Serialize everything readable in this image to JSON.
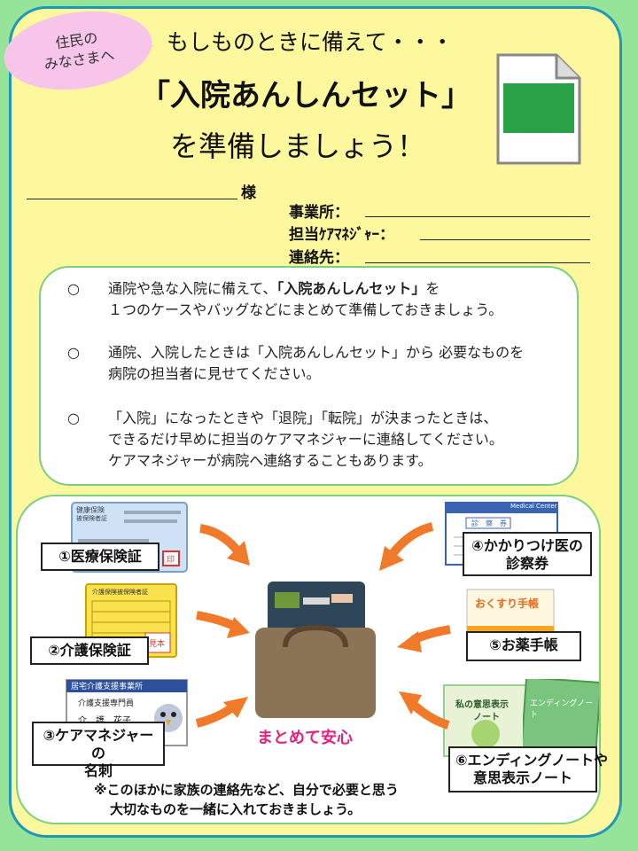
{
  "header": {
    "bubble_line1": "住民の",
    "bubble_line2": "みなさまへ",
    "title_line1": "もしものときに備えて・・・",
    "title_line2": "「入院あんしんセット」",
    "title_line3": "を準備しましょう！"
  },
  "form": {
    "honorific": "様",
    "office_label": "事業所：",
    "care_manager_label": "担当ｹｱﾏﾈｼﾞｬｰ：",
    "contact_label": "連絡先："
  },
  "notices": [
    {
      "mark": "○",
      "line1_pre": "通院や急な入院に備えて、",
      "line1_bold": "「入院あんしんセット」",
      "line1_post": "を",
      "line2": "１つのケースやバッグなどにまとめて準備しておきましょう。"
    },
    {
      "mark": "○",
      "line1": "通院、入院したときは「入院あんしんセット」から 必要なものを",
      "line2": "病院の担当者に見せてください。"
    },
    {
      "mark": "○",
      "line1": "「入院」になったときや「退院」「転院」が決まったときは、",
      "line2": "できるだけ早めに担当のケアマネジャーに連絡してください。",
      "line3": "ケアマネジャーが病院へ連絡することもあります。"
    }
  ],
  "items": {
    "item1": "①医療保険証",
    "item2": "②介護保険証",
    "item3_line1": "③ケアマネジャーの",
    "item3_line2": "名刺",
    "item4_line1": "④かかりつけ医の",
    "item4_line2": "診察券",
    "item5": "⑤お薬手帳",
    "item6_line1": "⑥エンディングノートや",
    "item6_line2": "意思表示ノート"
  },
  "card_texts": {
    "health_card_title": "健康保険",
    "health_card_sub": "被保険者証",
    "health_card_stamp": "印",
    "care_card_title": "介護保険被保険者証",
    "care_card_stamp": "見本",
    "business_card_office": "居宅介護支援事業所",
    "business_card_role": "介護支援専門員",
    "business_card_name": "介　護　花子",
    "clinic_card_title": "診　察　券",
    "clinic_card_header": "Medical Center",
    "medicine_book": "おくすり手帳",
    "intention_note_line1": "私の意思表示",
    "intention_note_line2": "ノート",
    "ending_note": "エンディングノート"
  },
  "center_caption": "まとめて安心",
  "footnote": {
    "line1": "※このほかに家族の連絡先など、自分で必要と思う",
    "line2": "大切なものを一緒に入れておきましょう。"
  },
  "colors": {
    "background": "#96e39a",
    "frame_fill": "#fdf79d",
    "frame_border": "#1f98b8",
    "bubble": "#f6c5e9",
    "accent_pink": "#e7207e",
    "arrow_orange": "#f07a2a",
    "panel_border": "#7bcf80"
  }
}
